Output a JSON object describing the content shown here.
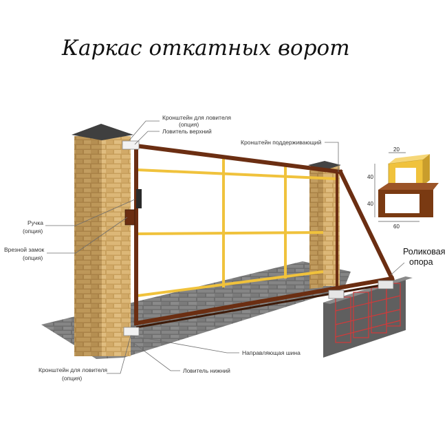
{
  "title": "Каркас откатных ворот",
  "labels": {
    "bracket_top_1": "Кронштейн для ловителя",
    "bracket_top_2": "(опция)",
    "catcher_top": "Ловитель верхний",
    "support_bracket": "Кронштейн поддерживающий",
    "handle_1": "Ручка",
    "handle_2": "(опция)",
    "lock_1": "Врезной замок",
    "lock_2": "(опция)",
    "roller_1": "Роликовая",
    "roller_2": "опора",
    "guide_rail": "Направляющая шина",
    "catcher_bottom": "Ловитель нижний",
    "bracket_bottom_1": "Кронштейн для ловителя",
    "bracket_bottom_2": "(опция)"
  },
  "profile_dims": {
    "top_width": "20",
    "upper_height": "40",
    "lower_height": "40",
    "bottom_width": "60"
  },
  "colors": {
    "frame": "#6b2e12",
    "infill": "#f0c23c",
    "brick": "#cfa660",
    "pavement": "#7c7c7c",
    "foundation": "#6a6a6a",
    "rebar": "#d23a3a"
  }
}
